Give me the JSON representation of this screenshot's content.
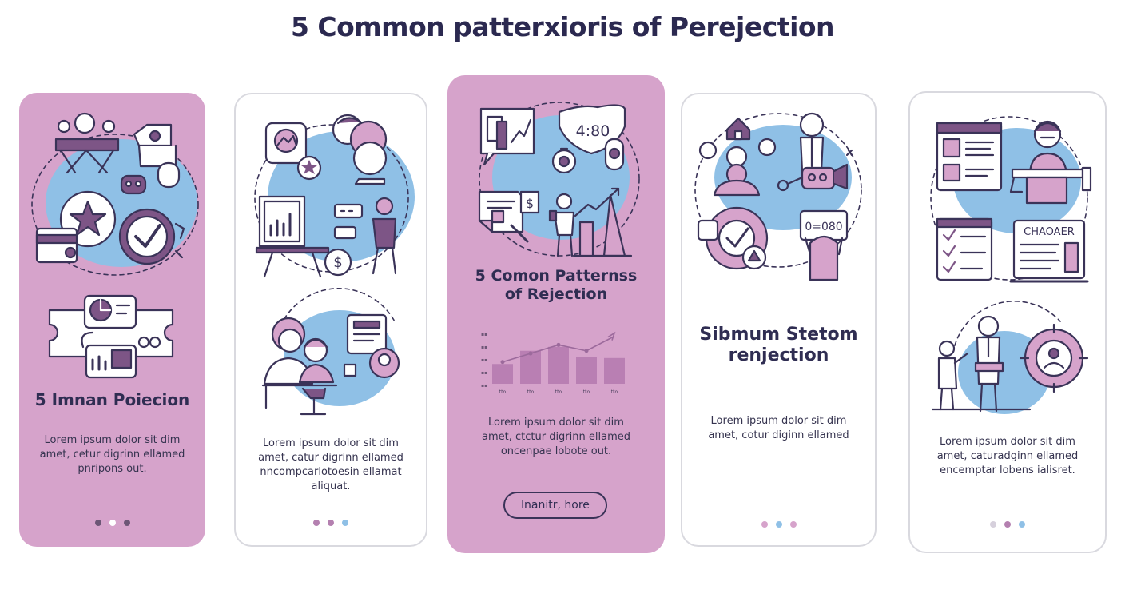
{
  "page": {
    "title": "5 Common patterxioris of Perejection"
  },
  "colors": {
    "accent": "#d6a3cb",
    "purple": "#7d5586",
    "blue": "#8fc0e6",
    "ink": "#3a3358"
  },
  "cards": [
    {
      "heading": [
        "5 Imnan Poiecion"
      ],
      "body": [
        "Lorem ipsum dolor sit dim",
        "amet, cetur digrinn ellamed",
        "pnripons out."
      ],
      "dots": [
        "#6d5676",
        "#ffffff",
        "#6d5676"
      ]
    },
    {
      "heading": [],
      "body": [
        "Lorem ipsum dolor sit dim",
        "amet, catur digrinn ellamed",
        "nncompcarlotoesin ellamat",
        "aliquat."
      ],
      "dots": [
        "#b480b0",
        "#b480b0",
        "#8fc0e6"
      ]
    },
    {
      "heading": [
        "5 Comon Patternss",
        "of Rejection"
      ],
      "body": [
        "Lorem ipsum dolor sit dim",
        "amet, ctctur digrinn ellamed",
        "oncenpae lobote out."
      ],
      "button": "lnanitr, hore",
      "chart_labels": [
        "tto",
        "tto",
        "tto",
        "tto",
        "tto"
      ]
    },
    {
      "heading": [
        "Sibmum Stetom",
        "renjection"
      ],
      "body": [
        "Lorem ipsum dolor sit dim",
        "amet, cotur diginn ellamed"
      ],
      "dots": [
        "#d6a3cb",
        "#8fc0e6",
        "#d6a3cb"
      ],
      "display_text": "0=080"
    },
    {
      "heading": [],
      "body": [
        "Lorem ipsum dolor sit dim",
        "amet, caturadginn ellamed",
        "encemptar lobens ialisret."
      ],
      "dots": [
        "#d6d0dc",
        "#b480b0",
        "#8fc0e6"
      ],
      "board_text": "CHAOAER"
    }
  ],
  "illustration_text": {
    "shield_counter": "4:80",
    "dollar": "$",
    "display": "0=080",
    "board": "CHAOAER"
  },
  "icons": [
    "people-group-icon",
    "star-badge-icon",
    "clock-icon",
    "credit-card-icon",
    "pie-chart-icon",
    "ticket-icon",
    "photo-frame-icon",
    "presentation-board-icon",
    "dollar-coin-icon",
    "shield-icon",
    "stopwatch-icon",
    "bar-chart-icon",
    "house-icon",
    "gear-icon",
    "monitor-icon",
    "resume-icon",
    "checklist-icon",
    "podium-icon"
  ],
  "chart_data": {
    "type": "bar",
    "categories": [
      "tto",
      "tto",
      "tto",
      "tto",
      "tto"
    ],
    "values": [
      3,
      5,
      5.6,
      4,
      3.9
    ],
    "trend": [
      3.3,
      4.6,
      5.9,
      5,
      7.2
    ],
    "ylim": [
      0,
      8
    ]
  }
}
